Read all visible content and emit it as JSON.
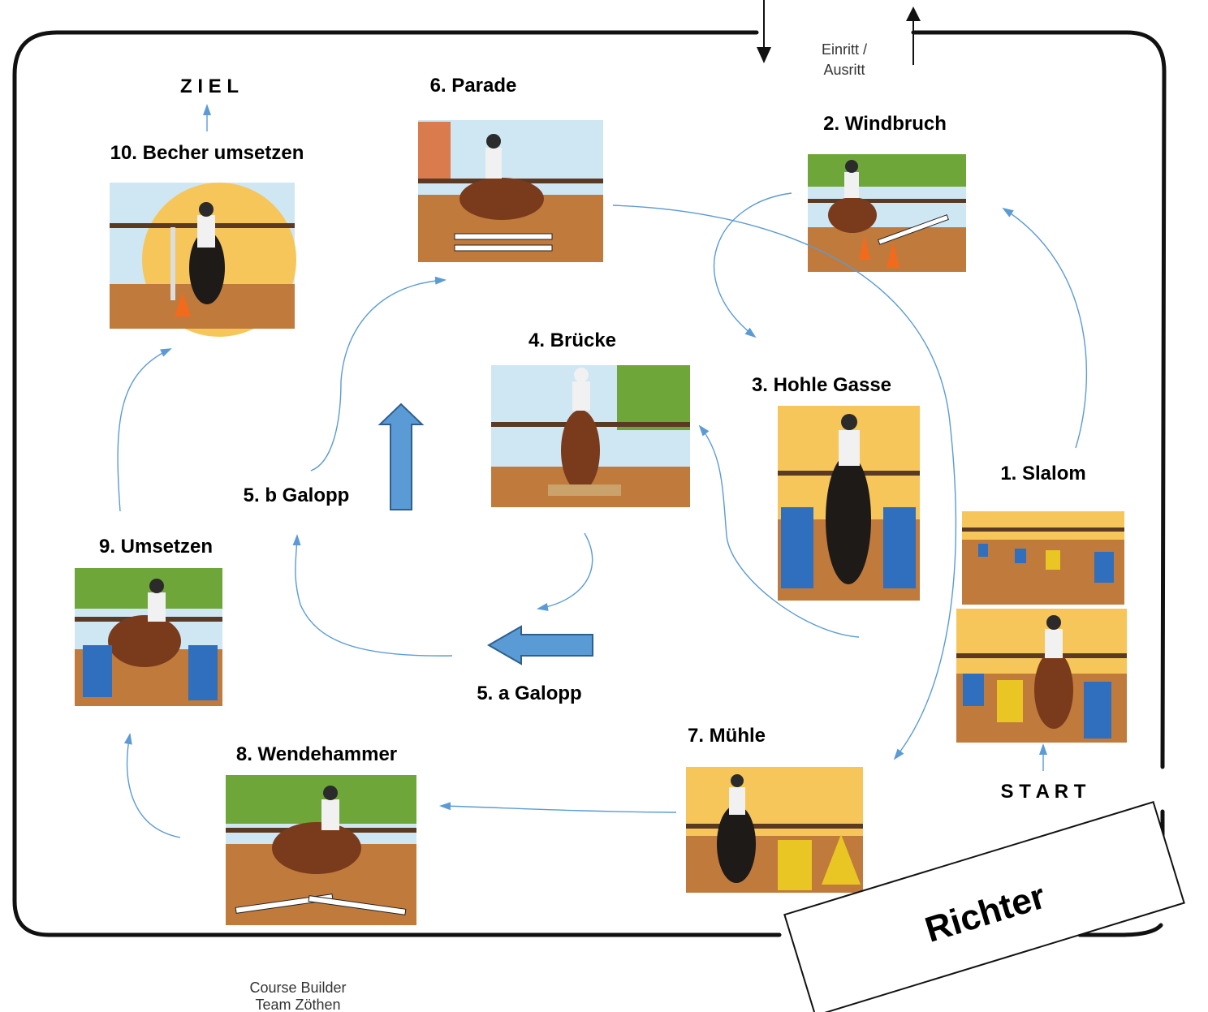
{
  "entry_label_line1": "Einritt /",
  "entry_label_line2": "Ausritt",
  "stations": {
    "s1": "1. Slalom",
    "s2": "2. Windbruch",
    "s3": "3. Hohle Gasse",
    "s4": "4. Brücke",
    "s5a": "5. a Galopp",
    "s5b": "5. b Galopp",
    "s6": "6. Parade",
    "s7": "7. Mühle",
    "s8": "8. Wendehammer",
    "s9": "9. Umsetzen",
    "s10": "10. Becher umsetzen"
  },
  "start_label": "S T A R T",
  "goal_label": "Z I E L",
  "judge_label": "Richter",
  "credit_line1": "Course Builder",
  "credit_line2": "Team Zöthen",
  "colors": {
    "flow": "#5b9bd5",
    "arena_border": "#111111"
  }
}
